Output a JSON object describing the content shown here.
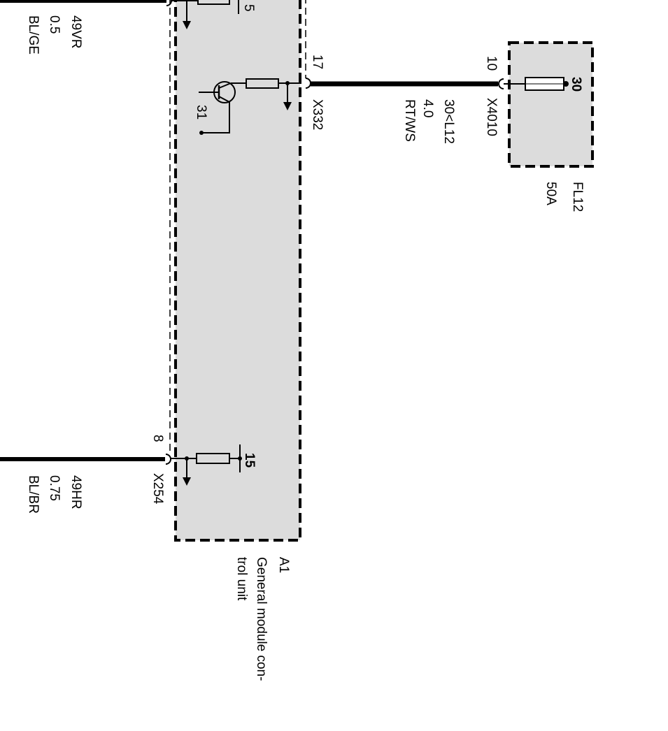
{
  "top_wire": {
    "id": "49VR",
    "size": "0.5",
    "color": "BL/GE"
  },
  "bottom_wire": {
    "id": "49HR",
    "size": "0.75",
    "color": "BL/BR"
  },
  "supply_wire": {
    "id": "30<L12",
    "size": "4.0",
    "color": "RT/WS"
  },
  "module": {
    "ref": "A1",
    "name_line1": "General module con-",
    "name_line2": "trol unit",
    "top_terminal": "5",
    "ground_terminal": "31",
    "ignition_terminal": "15",
    "connector_top": {
      "pin": "17",
      "name": "X332"
    },
    "connector_bottom": {
      "pin": "8",
      "name": "X254"
    }
  },
  "fuse": {
    "ref": "FL12",
    "rating": "50A",
    "terminal": "30",
    "connector": {
      "pin": "10",
      "name": "X4010"
    }
  }
}
